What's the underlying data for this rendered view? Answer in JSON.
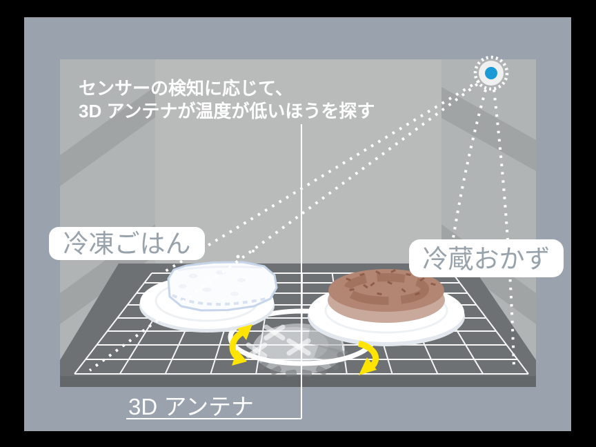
{
  "diagram": {
    "annotation": {
      "line1": "センサーの検知に応じて、",
      "line2": "3D アンテナが温度が低いほうを探す"
    },
    "labels": {
      "frozen_rice": "冷凍ごはん",
      "chilled_dish": "冷蔵おかず",
      "antenna": "3D アンテナ"
    },
    "icons": {
      "sensor": "sensor-dot-icon",
      "rays": "dotted-ray",
      "rotation_arrows": "rotation-arrow-icon"
    },
    "colors": {
      "sensor_blue": "#1b9ad6",
      "arrow_yellow": "#ffe400",
      "floor_gray": "#6d7174",
      "wall_gray": "#b3b5b4",
      "back_wall_gray": "#b9bbba",
      "outer_frame_gray": "#9aa3ad",
      "pill_label_text": "#98a2ab",
      "annotation_text": "#ffffff",
      "frame_black": "#000000"
    }
  }
}
